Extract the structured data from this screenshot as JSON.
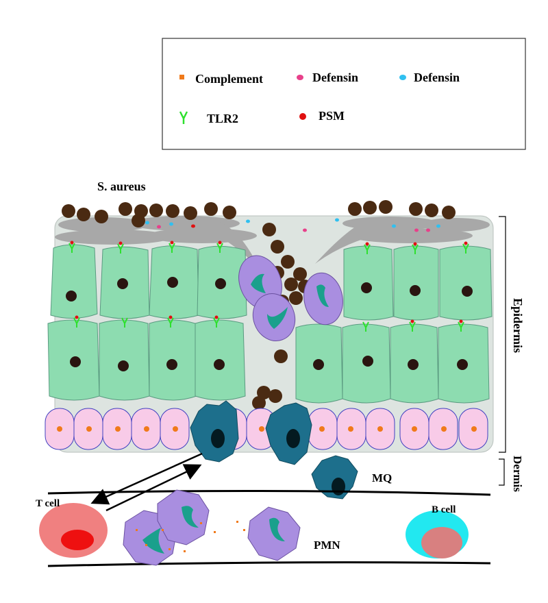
{
  "legend": {
    "items": [
      {
        "label": "Complement",
        "icon": "orange-square-icon",
        "color": "#f07a1a"
      },
      {
        "label": "Defensin",
        "icon": "pink-dot-icon",
        "color": "#e8408a"
      },
      {
        "label": "Defensin",
        "icon": "cyan-dot-icon",
        "color": "#30c0f0"
      },
      {
        "label": "TLR2",
        "icon": "green-y-icon",
        "color": "#2ee02e"
      },
      {
        "label": "PSM",
        "icon": "red-dot-icon",
        "color": "#e01010"
      }
    ]
  },
  "labels": {
    "s_aureus": "S. aureus",
    "epidermis": "Epidermis",
    "dermis": "Dermis",
    "mq": "MQ",
    "t_cell": "T cell",
    "b_cell": "B cell",
    "pmn": "PMN"
  },
  "colors": {
    "keratinocyte": "#8ddcb0",
    "basal_cell": "#f8cbe8",
    "bacteria": "#4a2a12",
    "neutrophil": "#a98ee0",
    "neutrophil_nucleus": "#1aa08c",
    "macrophage": "#1d6f8c",
    "epidermis_bg": "#dde4e0",
    "t_cell": "#f08080",
    "b_cell": "#22e8f0"
  }
}
